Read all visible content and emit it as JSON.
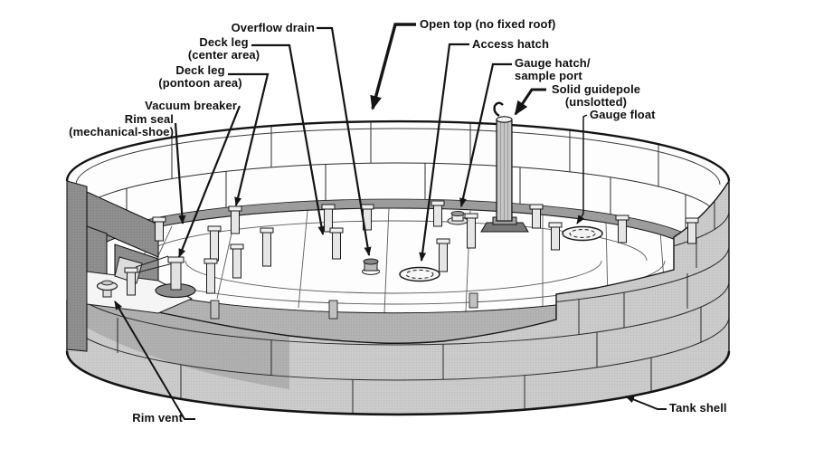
{
  "title": "External floating roof tank cutaway diagram",
  "colors": {
    "paper": "#ffffff",
    "line": "#1a1a1a",
    "shellFront": "#cccccc",
    "shellDark": "#8e8e8e",
    "cutFace": "#9a9a9a",
    "interior": "#b2b2b2",
    "deck": "#fdfdfd",
    "sealBand": "#9c9c9c",
    "fittingLight": "#e6e6e6"
  },
  "labels": {
    "rim_seal": {
      "line1": "Rim seal",
      "line2": "(mechanical-shoe)"
    },
    "vacuum_breaker": {
      "line1": "Vacuum breaker"
    },
    "deck_leg_pontoon": {
      "line1": "Deck leg",
      "line2": "(pontoon area)"
    },
    "deck_leg_center": {
      "line1": "Deck leg",
      "line2": "(center area)"
    },
    "overflow_drain": {
      "line1": "Overflow drain"
    },
    "open_top": {
      "line1": "Open top (no fixed roof)"
    },
    "access_hatch": {
      "line1": "Access hatch"
    },
    "gauge_hatch": {
      "line1": "Gauge hatch/",
      "line2": "sample port"
    },
    "solid_guidepole": {
      "line1": "Solid guidepole",
      "line2": "(unslotted)"
    },
    "gauge_float": {
      "line1": "Gauge float"
    },
    "rim_vent": {
      "line1": "Rim vent"
    },
    "tank_shell": {
      "line1": "Tank shell"
    }
  }
}
